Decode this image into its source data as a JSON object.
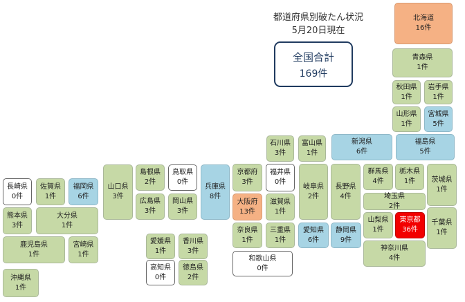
{
  "title": {
    "line1": "都道府県別破たん状況",
    "line2": "5月20日現在"
  },
  "total": {
    "label": "全国合計",
    "count": "169件"
  },
  "colors": {
    "zero": "#ffffff",
    "low": "#c6d9a6",
    "mid": "#a7d4e4",
    "high": "#f5b184",
    "top": "#f20000"
  },
  "prefectures": [
    {
      "name": "北海道",
      "count": "16件",
      "level": "high"
    },
    {
      "name": "青森県",
      "count": "1件",
      "level": "low"
    },
    {
      "name": "秋田県",
      "count": "1件",
      "level": "low"
    },
    {
      "name": "岩手県",
      "count": "1件",
      "level": "low"
    },
    {
      "name": "山形県",
      "count": "1件",
      "level": "low"
    },
    {
      "name": "宮城県",
      "count": "5件",
      "level": "mid"
    },
    {
      "name": "新潟県",
      "count": "6件",
      "level": "mid"
    },
    {
      "name": "福島県",
      "count": "5件",
      "level": "mid"
    },
    {
      "name": "石川県",
      "count": "3件",
      "level": "low"
    },
    {
      "name": "富山県",
      "count": "1件",
      "level": "low"
    },
    {
      "name": "京都府",
      "count": "3件",
      "level": "low"
    },
    {
      "name": "福井県",
      "count": "0件",
      "level": "zero"
    },
    {
      "name": "岐阜県",
      "count": "2件",
      "level": "low"
    },
    {
      "name": "長野県",
      "count": "4件",
      "level": "low"
    },
    {
      "name": "群馬県",
      "count": "4件",
      "level": "low"
    },
    {
      "name": "栃木県",
      "count": "1件",
      "level": "low"
    },
    {
      "name": "茨城県",
      "count": "1件",
      "level": "low"
    },
    {
      "name": "埼玉県",
      "count": "2件",
      "level": "low"
    },
    {
      "name": "大阪府",
      "count": "13件",
      "level": "high"
    },
    {
      "name": "滋賀県",
      "count": "1件",
      "level": "low"
    },
    {
      "name": "山梨県",
      "count": "1件",
      "level": "low"
    },
    {
      "name": "東京都",
      "count": "36件",
      "level": "top"
    },
    {
      "name": "千葉県",
      "count": "1件",
      "level": "low"
    },
    {
      "name": "奈良県",
      "count": "1件",
      "level": "low"
    },
    {
      "name": "三重県",
      "count": "1件",
      "level": "low"
    },
    {
      "name": "愛知県",
      "count": "6件",
      "level": "mid"
    },
    {
      "name": "静岡県",
      "count": "9件",
      "level": "mid"
    },
    {
      "name": "神奈川県",
      "count": "4件",
      "level": "low"
    },
    {
      "name": "和歌山県",
      "count": "0件",
      "level": "zero"
    },
    {
      "name": "島根県",
      "count": "2件",
      "level": "low"
    },
    {
      "name": "鳥取県",
      "count": "0件",
      "level": "zero"
    },
    {
      "name": "兵庫県",
      "count": "8件",
      "level": "mid"
    },
    {
      "name": "山口県",
      "count": "3件",
      "level": "low"
    },
    {
      "name": "広島県",
      "count": "3件",
      "level": "low"
    },
    {
      "name": "岡山県",
      "count": "3件",
      "level": "low"
    },
    {
      "name": "愛媛県",
      "count": "1件",
      "level": "low"
    },
    {
      "name": "香川県",
      "count": "3件",
      "level": "low"
    },
    {
      "name": "高知県",
      "count": "0件",
      "level": "zero"
    },
    {
      "name": "徳島県",
      "count": "2件",
      "level": "low"
    },
    {
      "name": "長崎県",
      "count": "0件",
      "level": "zero"
    },
    {
      "name": "佐賀県",
      "count": "1件",
      "level": "low"
    },
    {
      "name": "福岡県",
      "count": "6件",
      "level": "mid"
    },
    {
      "name": "熊本県",
      "count": "3件",
      "level": "low"
    },
    {
      "name": "大分県",
      "count": "1件",
      "level": "low"
    },
    {
      "name": "鹿児島県",
      "count": "1件",
      "level": "low"
    },
    {
      "name": "宮崎県",
      "count": "1件",
      "level": "low"
    },
    {
      "name": "沖縄県",
      "count": "1件",
      "level": "low"
    }
  ]
}
